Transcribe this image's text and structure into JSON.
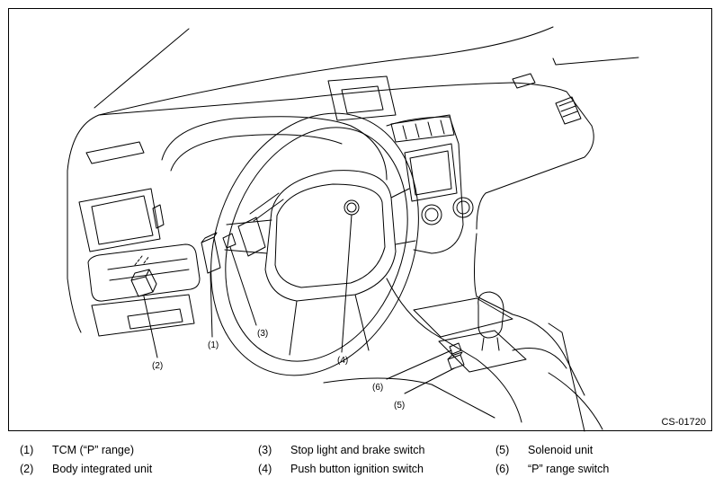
{
  "diagram": {
    "code": "CS-01720",
    "callouts": {
      "c1": "(1)",
      "c2": "(2)",
      "c3": "(3)",
      "c4": "(4)",
      "c5": "(5)",
      "c6": "(6)"
    }
  },
  "legend": [
    {
      "num": "(1)",
      "text": "TCM (“P” range)"
    },
    {
      "num": "(2)",
      "text": "Body integrated unit"
    },
    {
      "num": "(3)",
      "text": "Stop light and brake switch"
    },
    {
      "num": "(4)",
      "text": "Push button ignition switch"
    },
    {
      "num": "(5)",
      "text": "Solenoid unit"
    },
    {
      "num": "(6)",
      "text": "“P” range switch"
    }
  ]
}
